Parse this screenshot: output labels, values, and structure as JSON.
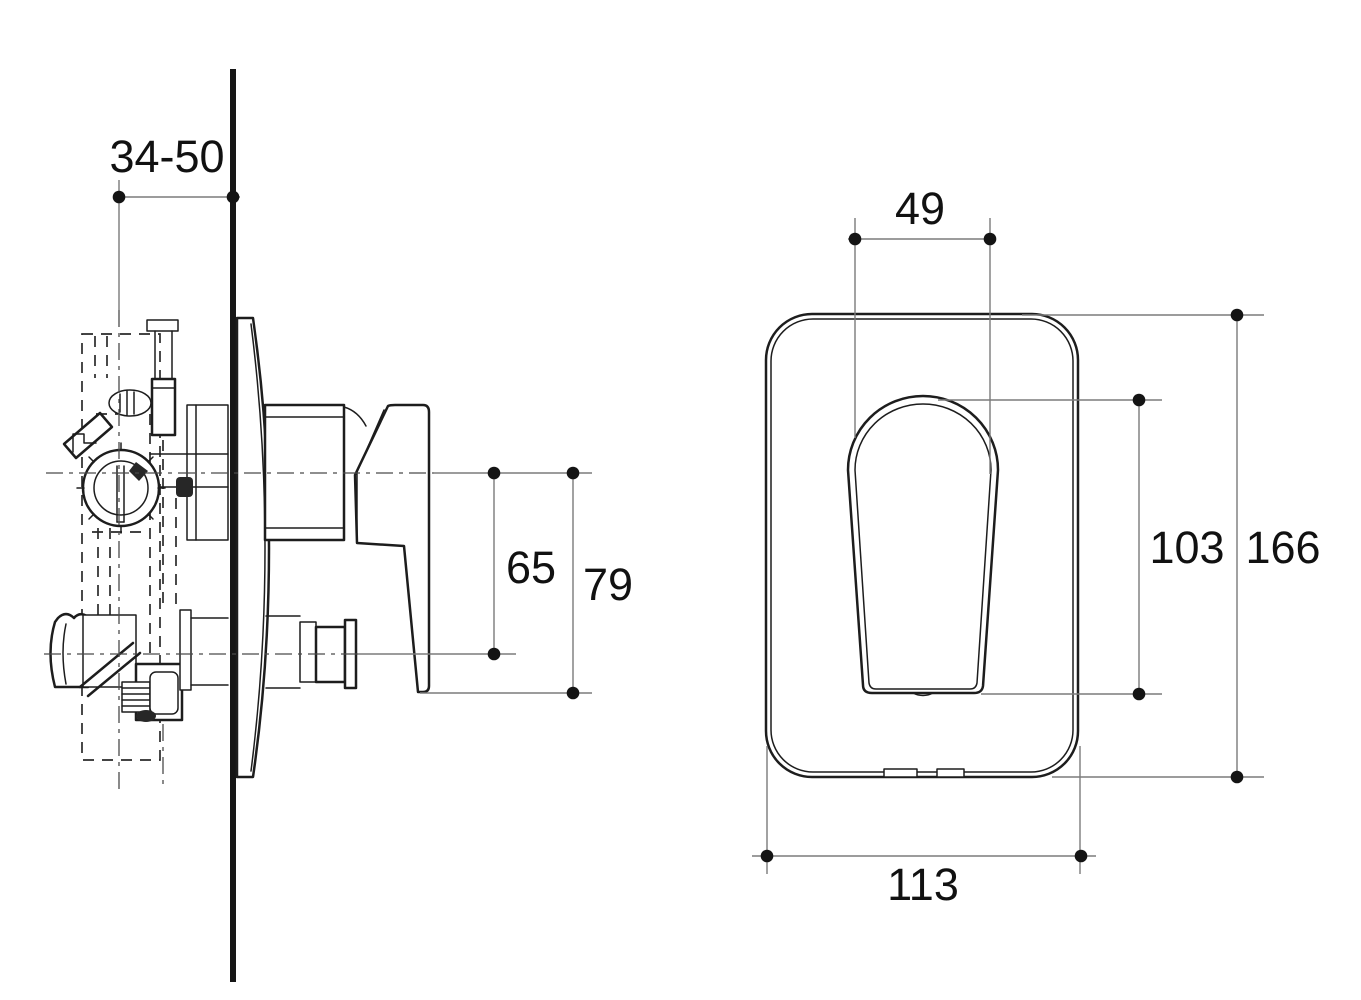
{
  "canvas": {
    "background": "#ffffff"
  },
  "style": {
    "outline_color": "#1d1d1d",
    "hidden_line_color": "#2a2a2a",
    "centerline_color": "#4a4a4a",
    "dimension_line_color": "#7b7b7b",
    "dot_color": "#141414",
    "text_color": "#111111"
  },
  "dimensions": {
    "wall_depth_range": "34-50",
    "center_to_outlet": "65",
    "center_to_handle_end": "79",
    "handle_width": "49",
    "handle_length": "103",
    "plate_height": "166",
    "plate_width": "113"
  }
}
